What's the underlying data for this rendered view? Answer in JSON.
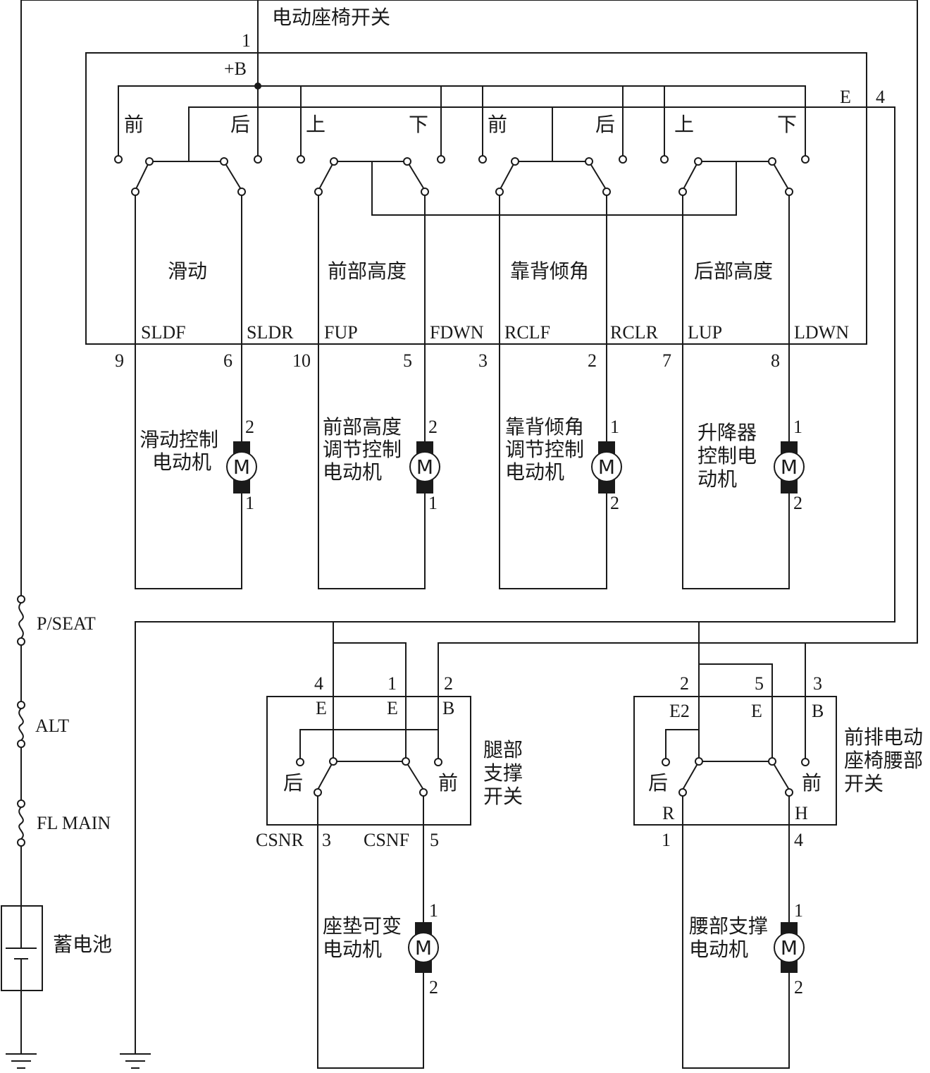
{
  "main_switch": {
    "title": "电动座椅开关",
    "pin_power": "1",
    "power_label": "+B",
    "ground_label": "E",
    "pin_ground": "4",
    "contacts": [
      "前",
      "后",
      "上",
      "下",
      "前",
      "后",
      "上",
      "下"
    ],
    "sections": [
      "滑动",
      "前部高度",
      "靠背倾角",
      "后部高度"
    ],
    "terminals": [
      "SLDF",
      "SLDR",
      "FUP",
      "FDWN",
      "RCLF",
      "RCLR",
      "LUP",
      "LDWN"
    ],
    "pins": [
      "9",
      "6",
      "10",
      "5",
      "3",
      "2",
      "7",
      "8"
    ]
  },
  "motors": {
    "slide": {
      "label_l1": "滑动控制",
      "label_l2": "电动机",
      "pin_top": "2",
      "pin_bottom": "1",
      "symbol": "M"
    },
    "front_height": {
      "label_l1": "前部高度",
      "label_l2": "调节控制",
      "label_l3": "电动机",
      "pin_top": "2",
      "pin_bottom": "1",
      "symbol": "M"
    },
    "recline": {
      "label_l1": "靠背倾角",
      "label_l2": "调节控制",
      "label_l3": "电动机",
      "pin_top": "1",
      "pin_bottom": "2",
      "symbol": "M"
    },
    "lifter": {
      "label_l1": "升降器",
      "label_l2": "控制电",
      "label_l3": "动机",
      "pin_top": "1",
      "pin_bottom": "2",
      "symbol": "M"
    },
    "cushion": {
      "label_l1": "座垫可变",
      "label_l2": "电动机",
      "pin_top": "1",
      "pin_bottom": "2",
      "symbol": "M"
    },
    "lumbar": {
      "label_l1": "腰部支撑",
      "label_l2": "电动机",
      "pin_top": "1",
      "pin_bottom": "2",
      "symbol": "M"
    }
  },
  "fuses": [
    "P/SEAT",
    "ALT",
    "FL MAIN"
  ],
  "battery": "蓄电池",
  "leg_switch": {
    "title_l1": "腿部",
    "title_l2": "支撑",
    "title_l3": "开关",
    "pins_top": [
      "4",
      "1",
      "2"
    ],
    "terms_top": [
      "E",
      "E",
      "B"
    ],
    "contact_left": "后",
    "contact_right": "前",
    "term_bl": "CSNR",
    "pin_bl": "3",
    "term_br": "CSNF",
    "pin_br": "5"
  },
  "lumbar_switch": {
    "title_l1": "前排电动",
    "title_l2": "座椅腰部",
    "title_l3": "开关",
    "pins_top": [
      "2",
      "5",
      "3"
    ],
    "terms_top": [
      "E2",
      "E",
      "B"
    ],
    "contact_left": "后",
    "contact_right": "前",
    "term_bl": "R",
    "term_br": "H",
    "pin_bl": "1",
    "pin_br": "4"
  }
}
